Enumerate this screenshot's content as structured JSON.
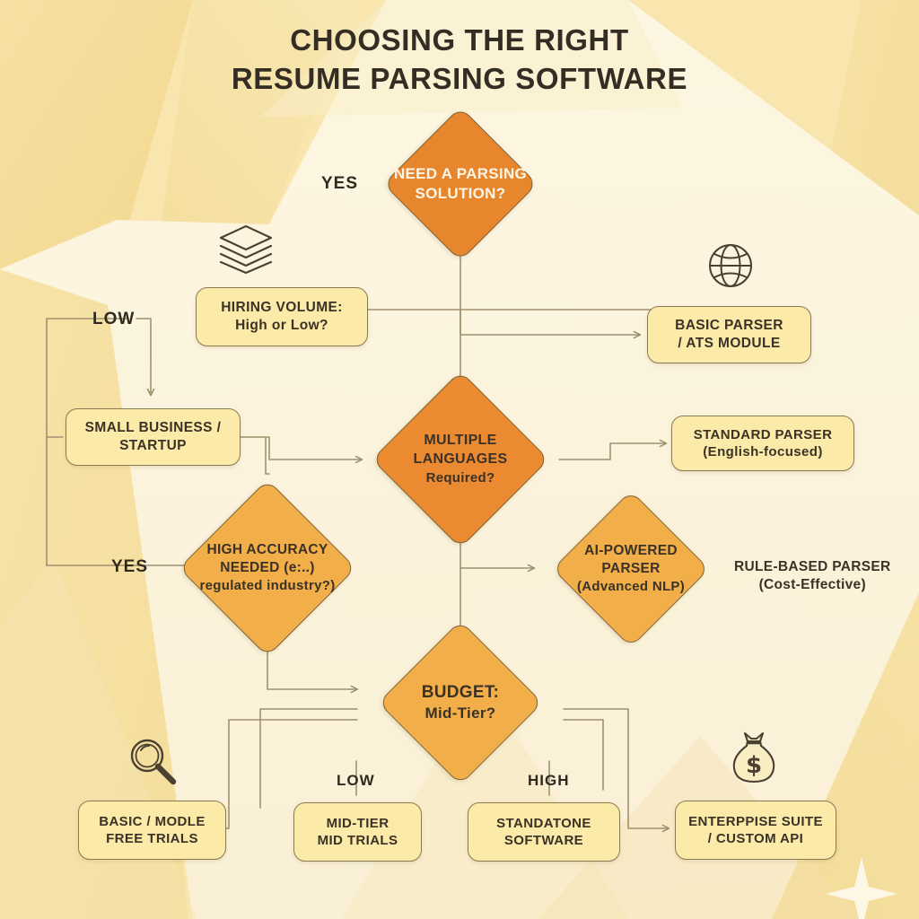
{
  "title": {
    "line1": "CHOOSING THE RIGHT",
    "line2": "RESUME PARSING SOFTWARE"
  },
  "theme": {
    "background_cream": "#fbf3dc",
    "background_gold": "#f5dd9a",
    "box_fill": "#fbeaa8",
    "box_border": "#8a7a53",
    "diamond_orange": "#e8862e",
    "diamond_amber": "#f2ae48",
    "text_dark": "#3a3226",
    "text_light": "#fdf6e6",
    "connector": "#9a8b6b"
  },
  "nodes": {
    "need_parsing": {
      "line1": "NEED A PARSING",
      "line2": "SOLUTION?"
    },
    "hiring_volume": {
      "line1": "HIRING VOLUME:",
      "line2": "High or Low?"
    },
    "basic_parser": {
      "line1": "BASIC PARSER",
      "line2": "/ ATS MODULE"
    },
    "small_business": {
      "line1": "SMALL BUSINESS /",
      "line2": "STARTUP"
    },
    "multiple_languages": {
      "line1": "MULTIPLE",
      "line2": "LANGUAGES",
      "line3": "Required?"
    },
    "standard_parser": {
      "line1": "STANDARD PARSER",
      "line2": "(English-focused)"
    },
    "high_accuracy": {
      "line1": "HIGH ACCURACY",
      "line2": "NEEDED (e:..)",
      "line3": "regulated industry?)"
    },
    "ai_powered": {
      "line1": "AI-POWERED",
      "line2": "PARSER",
      "line3": "(Advanced NLP)"
    },
    "rule_based": {
      "line1": "RULE-BASED PARSER",
      "line2": "(Cost-Effective)"
    },
    "budget": {
      "line1": "BUDGET:",
      "line2": "Mid-Tier?"
    },
    "basic_module": {
      "line1": "BASIC / MODLE",
      "line2": "FREE TRIALS"
    },
    "mid_tier": {
      "line1": "MID-TIER",
      "line2": "MID TRIALS"
    },
    "standalone": {
      "line1": "STANDATONE",
      "line2": "SOFTWARE"
    },
    "enterprise": {
      "line1": "ENTERPPISE SUITE",
      "line2": "/ CUSTOM API"
    }
  },
  "edge_labels": {
    "yes_top": "YES",
    "low_left": "LOW",
    "yes_left": "YES",
    "low_bottom": "LOW",
    "high_bottom": "HIGH"
  },
  "icons": {
    "layers": "layers-stack-icon",
    "globe": "globe-icon",
    "magnifier": "magnifying-glass-icon",
    "money_bag": "money-bag-icon",
    "sparkle": "sparkle-star-icon"
  }
}
